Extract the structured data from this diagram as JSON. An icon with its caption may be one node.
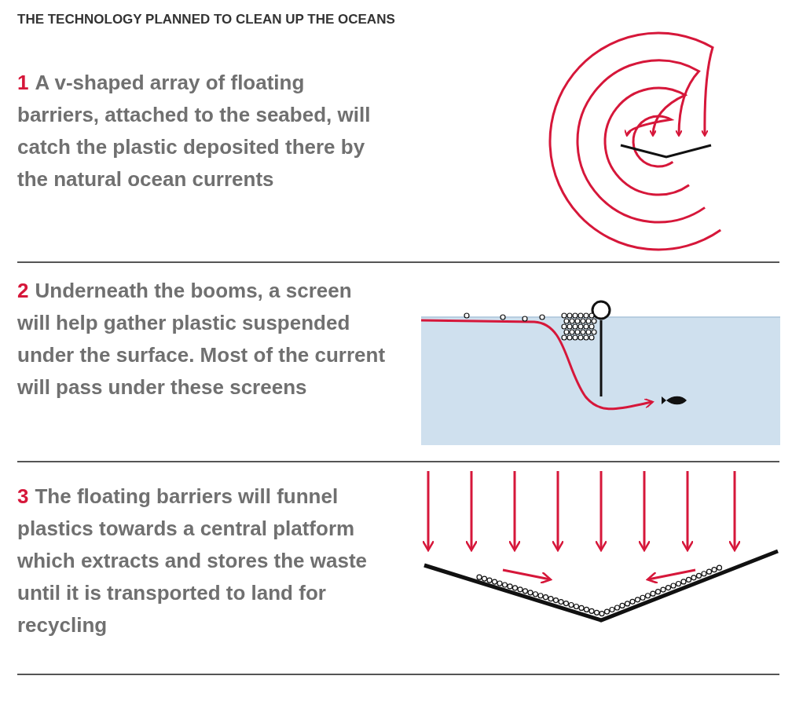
{
  "diagram": {
    "title": "THE TECHNOLOGY PLANNED TO CLEAN UP THE OCEANS",
    "labels": [
      "1",
      "A v-shaped array of floating barriers, attached to the seabed, will catch the plastic deposited there by the natural ocean currents",
      "2",
      "Underneath the booms, a screen will help gather plastic suspended under the surface. Most of the current will pass under these screens",
      "3",
      "The floating barriers will funnel plastics towards a central platform which extracts and stores the waste until it is transported to land for recycling"
    ]
  }
}
